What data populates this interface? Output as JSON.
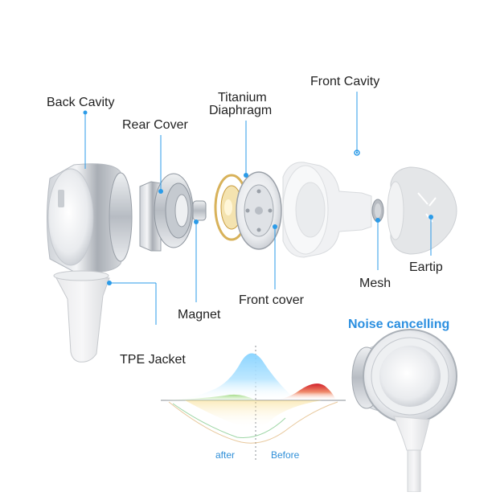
{
  "labels": {
    "back_cavity": "Back Cavity",
    "rear_cover": "Rear Cover",
    "titanium_line1": "Titanium",
    "titanium_line2": "Diaphragm",
    "front_cavity": "Front Cavity",
    "mesh": "Mesh",
    "eartip": "Eartip",
    "front_cover": "Front cover",
    "magnet": "Magnet",
    "tpe_jacket": "TPE Jacket",
    "noise_cancelling": "Noise cancelling",
    "after": "after",
    "before": "Before"
  },
  "colors": {
    "accent": "#2b8fe0",
    "leader": "#2b9be8",
    "text": "#222222"
  }
}
